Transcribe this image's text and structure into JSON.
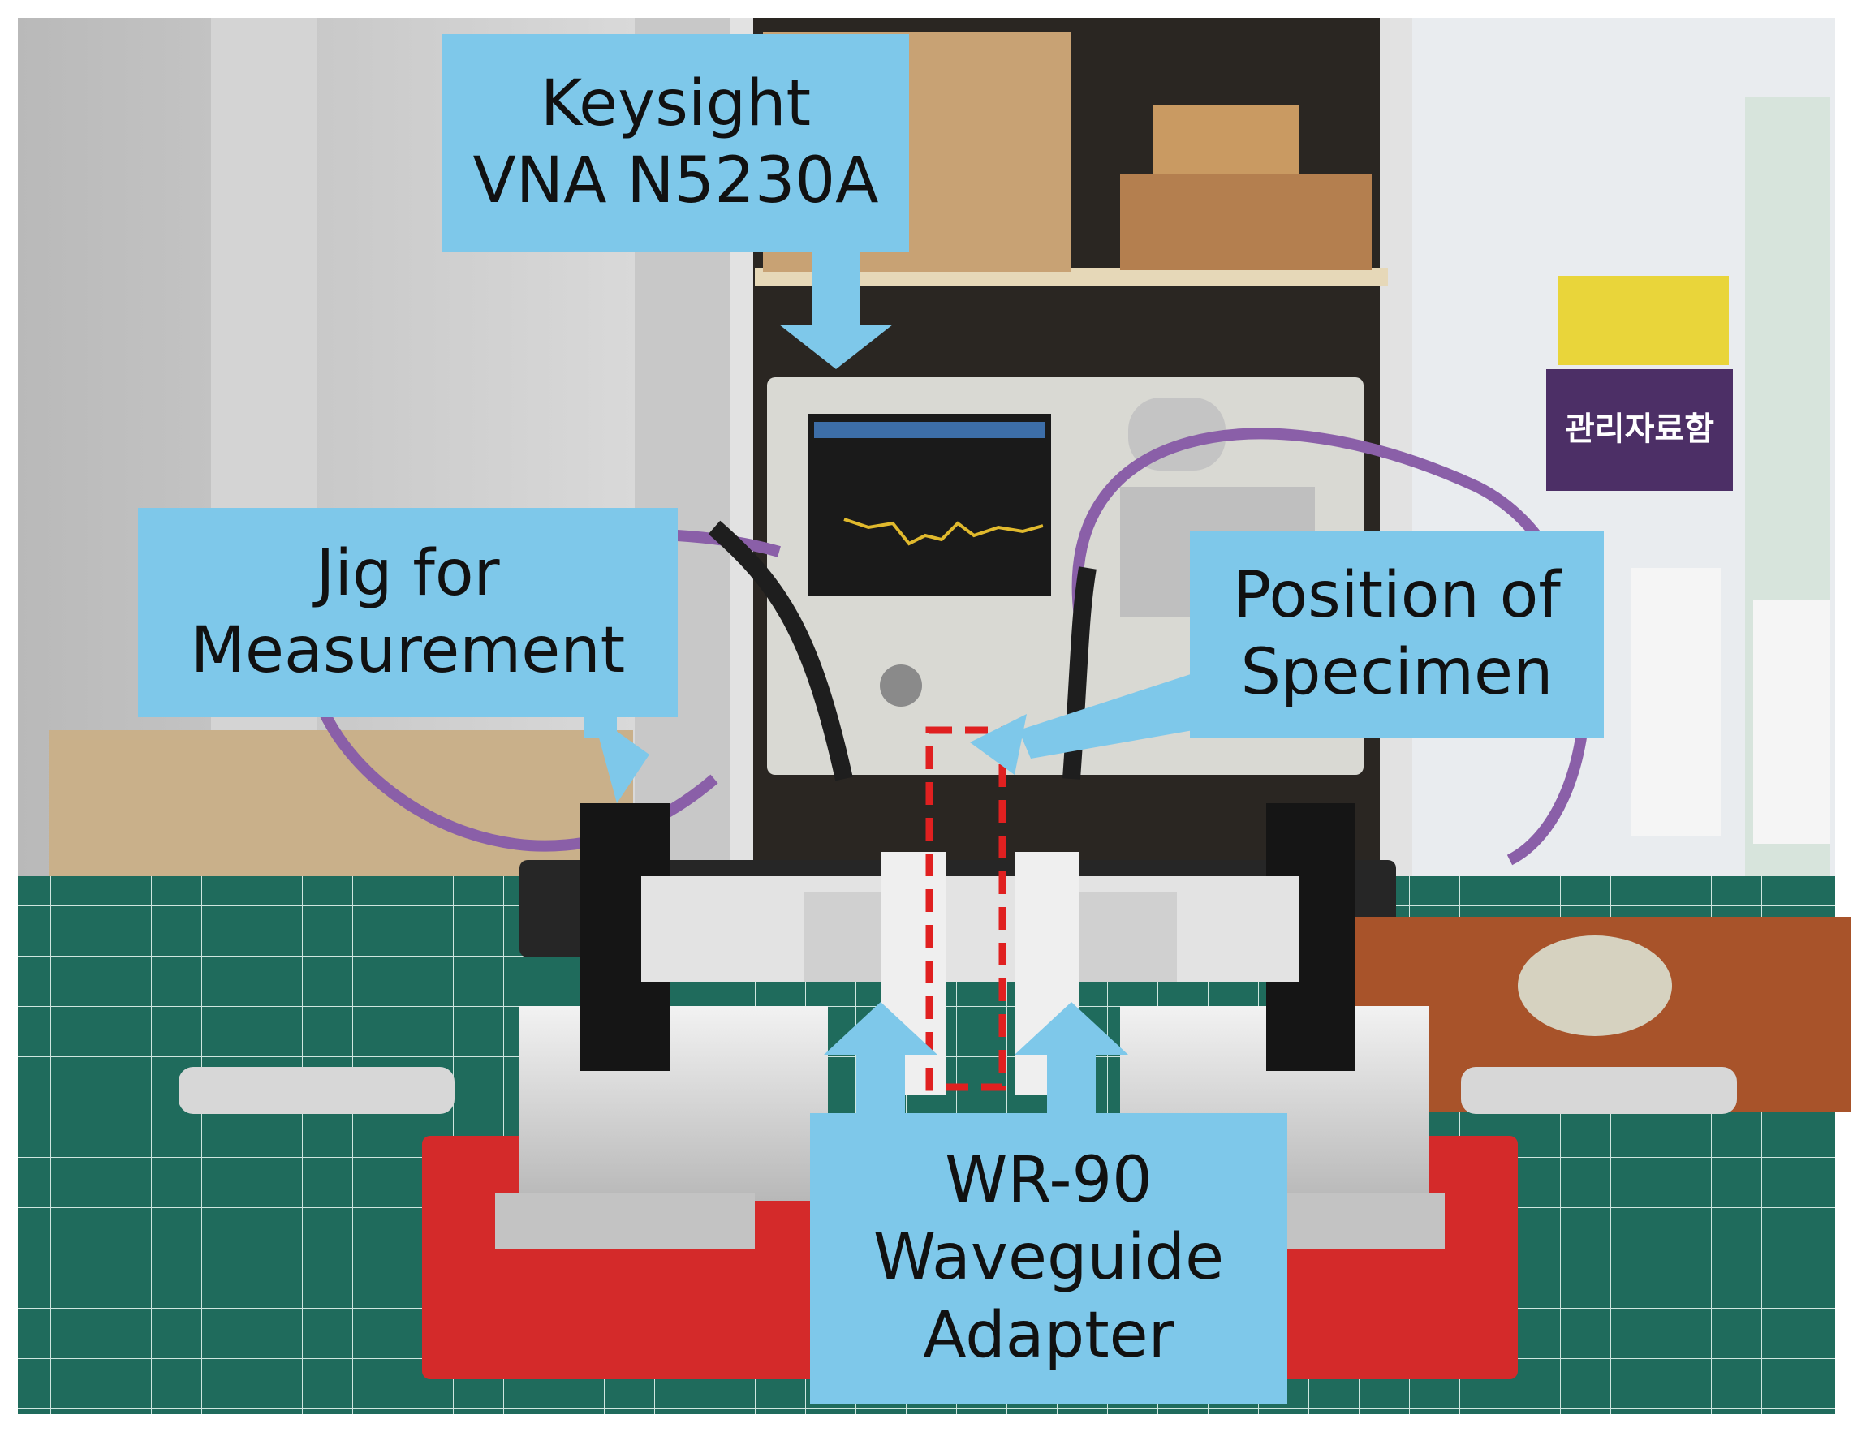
{
  "callouts": {
    "vna": {
      "line1": "Keysight",
      "line2": "VNA N5230A"
    },
    "jig": {
      "line1": "Jig for",
      "line2": "Measurement"
    },
    "specimen": {
      "line1": "Position of",
      "line2": "Specimen"
    },
    "waveguide": {
      "line1": "WR-90",
      "line2": "Waveguide",
      "line3": "Adapter"
    }
  },
  "background_signage": {
    "korean_label": "관리자료함"
  },
  "colors": {
    "callout_fill": "#7ec8ea",
    "highlight_box": "#e02020",
    "base_plate": "#d42a2a",
    "cutting_mat": "#1f6b5c",
    "cable": "#8a5fa8"
  }
}
